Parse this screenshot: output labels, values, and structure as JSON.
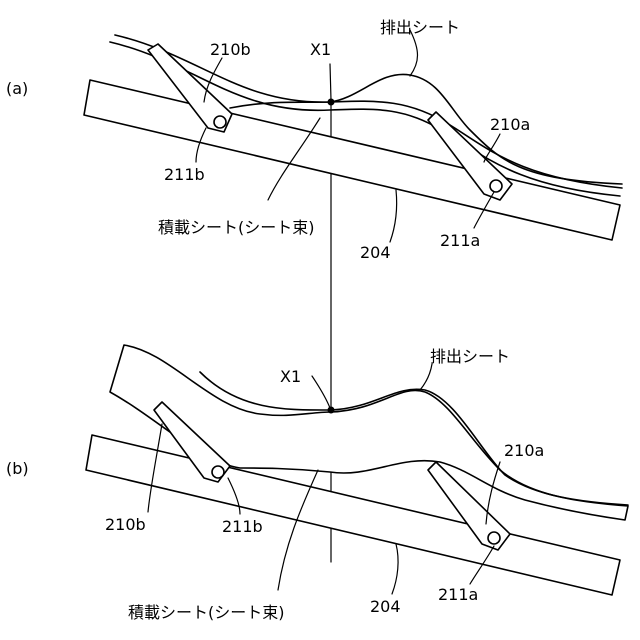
{
  "panel_a": {
    "tag": "(a)",
    "ejected_sheet": "排出シート",
    "stacked_sheet": "積載シート(シート束)",
    "point": "X1",
    "arm_upstream": "210b",
    "pivot_upstream": "211b",
    "arm_downstream": "210a",
    "pivot_downstream": "211a",
    "tray": "204"
  },
  "panel_b": {
    "tag": "(b)",
    "ejected_sheet": "排出シート",
    "stacked_sheet": "積載シート(シート束)",
    "point": "X1",
    "arm_upstream": "210b",
    "pivot_upstream": "211b",
    "arm_downstream": "210a",
    "pivot_downstream": "211a",
    "tray": "204"
  }
}
